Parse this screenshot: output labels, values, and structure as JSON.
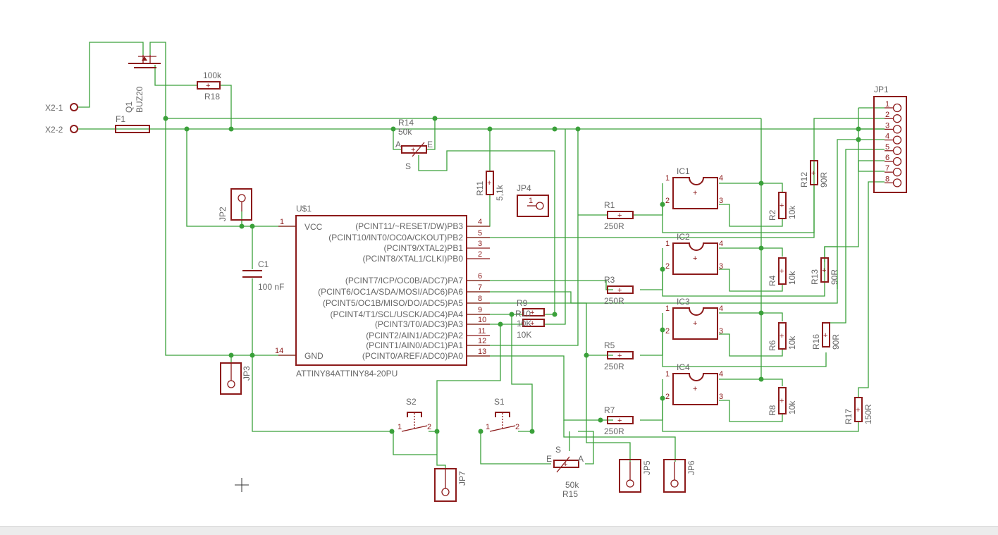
{
  "schematic": {
    "wire_color": "#3aa03a",
    "part_color": "#8c1a1a",
    "text_color": "#666666",
    "connectors": {
      "x2_1": "X2-1",
      "x2_2": "X2-2"
    },
    "mosfet": {
      "name": "Q1",
      "value": "BUZ20"
    },
    "fuse": {
      "name": "F1"
    },
    "r18": {
      "name": "R18",
      "value": "100k"
    },
    "r14": {
      "name": "R14",
      "value": "50k",
      "pin_a": "A",
      "pin_e": "E",
      "pin_s": "S"
    },
    "r15": {
      "name": "R15",
      "value": "50k",
      "pin_a": "A",
      "pin_e": "E",
      "pin_s": "S"
    },
    "r11": {
      "name": "R11",
      "value": "5,1k"
    },
    "jp4": {
      "name": "JP4",
      "pin": "1"
    },
    "jp2": {
      "name": "JP2"
    },
    "jp3": {
      "name": "JP3"
    },
    "jp5": {
      "name": "JP5"
    },
    "jp6": {
      "name": "JP6"
    },
    "jp7": {
      "name": "JP7"
    },
    "c1": {
      "name": "C1",
      "value": "100 nF"
    },
    "mcu": {
      "name": "U$1",
      "part": "ATTINY84ATTINY84-20PU",
      "vcc": "VCC",
      "gnd": "GND",
      "left_pins": [
        "1",
        "14"
      ],
      "right_pins": [
        {
          "num": "4",
          "label": "(PCINT11/~RESET/DW)PB3"
        },
        {
          "num": "5",
          "label": "(PCINT10/INT0/OC0A/CKOUT)PB2"
        },
        {
          "num": "3",
          "label": "(PCINT9/XTAL2)PB1"
        },
        {
          "num": "2",
          "label": "(PCINT8/XTAL1/CLKI)PB0"
        },
        {
          "num": "6",
          "label": "(PCINT7/ICP/OC0B/ADC7)PA7"
        },
        {
          "num": "7",
          "label": "(PCINT6/OC1A/SDA/MOSI/ADC6)PA6"
        },
        {
          "num": "8",
          "label": "(PCINT5/OC1B/MISO/DO/ADC5)PA5"
        },
        {
          "num": "9",
          "label": "(PCINT4/T1/SCL/USCK/ADC4)PA4"
        },
        {
          "num": "10",
          "label": "(PCINT3/T0/ADC3)PA3"
        },
        {
          "num": "11",
          "label": "(PCINT2/AIN1/ADC2)PA2"
        },
        {
          "num": "12",
          "label": "(PCINT1/AIN0/ADC1)PA1"
        },
        {
          "num": "13",
          "label": "(PCINT0/AREF/ADC0)PA0"
        }
      ]
    },
    "r9": {
      "name": "R9",
      "value": "10K",
      "overlap": "R10"
    },
    "r10": {
      "value": "10K",
      "overlap": "10K"
    },
    "switches": [
      {
        "name": "S2",
        "p1": "1",
        "p2": "2"
      },
      {
        "name": "S1",
        "p1": "1",
        "p2": "2"
      }
    ],
    "series_resistors": [
      {
        "name": "R1",
        "value": "250R"
      },
      {
        "name": "R3",
        "value": "250R"
      },
      {
        "name": "R5",
        "value": "250R"
      },
      {
        "name": "R7",
        "value": "250R"
      }
    ],
    "ics": [
      {
        "name": "IC1",
        "p1": "1",
        "p2": "2",
        "p3": "3",
        "p4": "4"
      },
      {
        "name": "IC2",
        "p1": "1",
        "p2": "2",
        "p3": "3",
        "p4": "4"
      },
      {
        "name": "IC3",
        "p1": "1",
        "p2": "2",
        "p3": "3",
        "p4": "4"
      },
      {
        "name": "IC4",
        "p1": "1",
        "p2": "2",
        "p3": "3",
        "p4": "4"
      }
    ],
    "pullups": [
      {
        "name": "R2",
        "value": "10k"
      },
      {
        "name": "R4",
        "value": "10k"
      },
      {
        "name": "R6",
        "value": "10k"
      },
      {
        "name": "R8",
        "value": "10k"
      }
    ],
    "right_resistors": [
      {
        "name": "R12",
        "value": "90R"
      },
      {
        "name": "R13",
        "value": "90R"
      },
      {
        "name": "R16",
        "value": "90R"
      },
      {
        "name": "R17",
        "value": "150R"
      }
    ],
    "jp1": {
      "name": "JP1",
      "pins": [
        "1",
        "2",
        "3",
        "4",
        "5",
        "6",
        "7",
        "8"
      ]
    }
  }
}
